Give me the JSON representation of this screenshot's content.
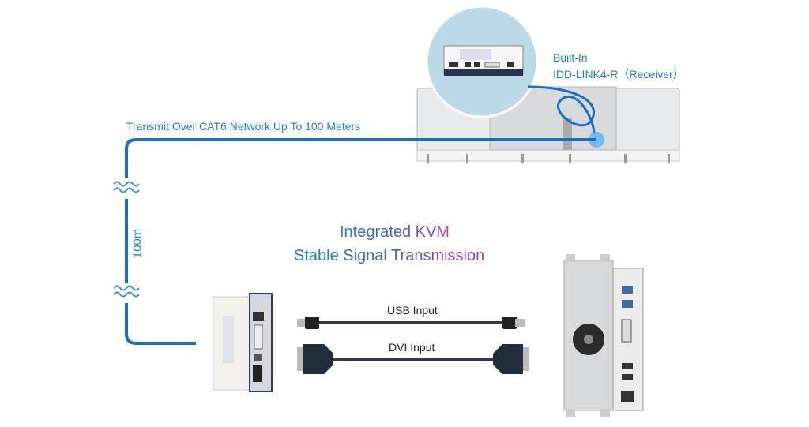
{
  "labels": {
    "network": "Transmit Over CAT6 Network Up To 100 Meters",
    "distance": "100m",
    "receiver_line1": "Built-In",
    "receiver_line2": "IDD-LINK4-R（Receiver）",
    "headline_line1": "Integrated KVM",
    "headline_line2": "Stable Signal Transmission",
    "usb": "USB Input",
    "dvi": "DVI Input"
  },
  "colors": {
    "cable": "#1a6fc4",
    "headline_start": "#1d7fd0",
    "headline_end": "#b03fb0"
  }
}
